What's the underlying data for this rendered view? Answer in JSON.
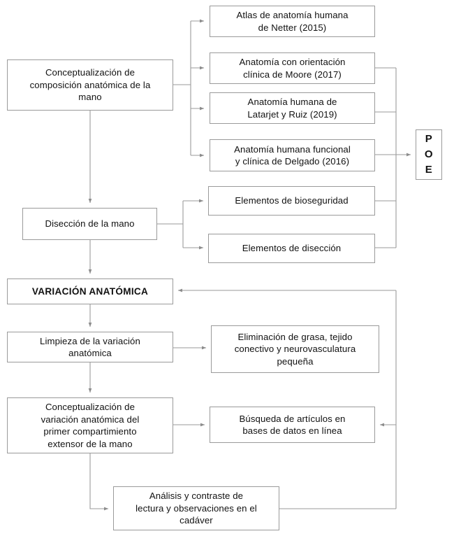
{
  "diagram": {
    "title": "Flujograma de metodologia de variacion anatomica de la mano",
    "type": "flowchart",
    "background": "#ffffff",
    "line_color": "#9a9a9a",
    "text_color": "#111111"
  },
  "nodes": {
    "conceptualizacion_composicion": "Conceptualización de\ncomposición anatómica de la\nmano",
    "atlas_netter": "Atlas de anatomía humana\nde Netter (2015)",
    "moore": "Anatomía con orientación\nclínica de Moore (2017)",
    "latarjet": "Anatomía humana de\nLatarjet y Ruiz (2019)",
    "delgado": "Anatomía humana funcional\ny clínica  de Delgado (2016)",
    "poe": "P\nO\nE",
    "diseccion_mano": "Disección de la mano",
    "elementos_bioseguridad": "Elementos de bioseguridad",
    "elementos_diseccion": "Elementos de disección",
    "variacion_anatomica": "VARIACIÓN ANATÓMICA",
    "limpieza_variacion": "Limpieza de la variación\nanatómica",
    "eliminacion_grasa": "Eliminación de grasa, tejido\nconectivo y neurovasculatura\npequeña",
    "conceptualizacion_variacion": "Conceptualización de\nvariación anatómica del\nprimer compartimiento\nextensor de la mano",
    "busqueda_articulos": "Búsqueda de artículos en\nbases de datos en línea",
    "analisis_contraste": "Análisis y contraste de\nlectura y observaciones en el\ncadáver"
  }
}
